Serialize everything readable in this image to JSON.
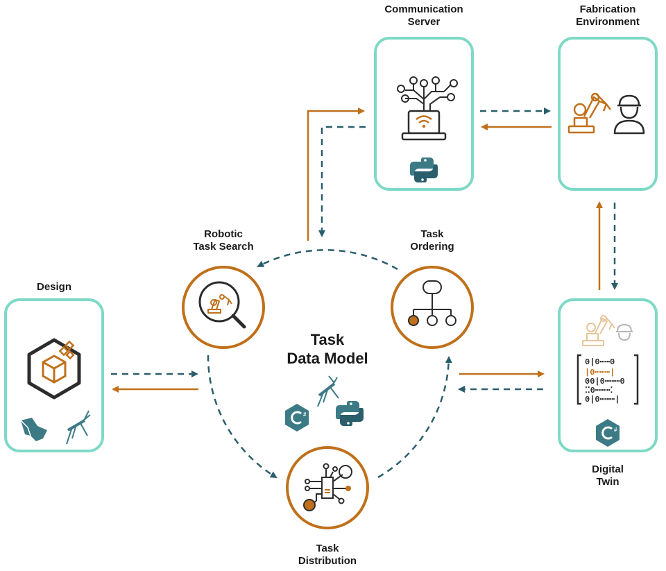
{
  "labels": {
    "design": [
      "Design"
    ],
    "communication_server": [
      "Communication",
      "Server"
    ],
    "fabrication_environment": [
      "Fabrication",
      "Environment"
    ],
    "robotic_task_search": [
      "Robotic",
      "Task Search"
    ],
    "task_ordering": [
      "Task",
      "Ordering"
    ],
    "task_distribution": [
      "Task",
      "Distribution"
    ],
    "digital_twin": [
      "Digital",
      "Twin"
    ],
    "center_title": [
      "Task",
      "Data Model"
    ]
  },
  "icons": {
    "design_box": "rhino-grasshopper-box-icon",
    "communication": "laptop-network-wifi-icon",
    "python": "python-logo-icon",
    "csharp": "csharp-logo-icon",
    "grasshopper": "grasshopper-insect-icon",
    "rhino": "rhino-logo-icon",
    "robot_arm": "robot-arm-icon",
    "worker": "worker-helmet-icon"
  },
  "binary_rows": [
    "0|0⋯⋯0",
    "|0⋯⋯⋯|",
    "00|0⋯⋯⋯0",
    "⁚⁚0⋯⋯⋯⁚",
    "0|0⋯⋯⋯|"
  ],
  "colors": {
    "teal_border": "#7ed9c6",
    "orange": "#c0701a",
    "dark_teal": "#2a5e6b",
    "python_teal": "#3c7a86",
    "text": "#1a1a1a"
  }
}
